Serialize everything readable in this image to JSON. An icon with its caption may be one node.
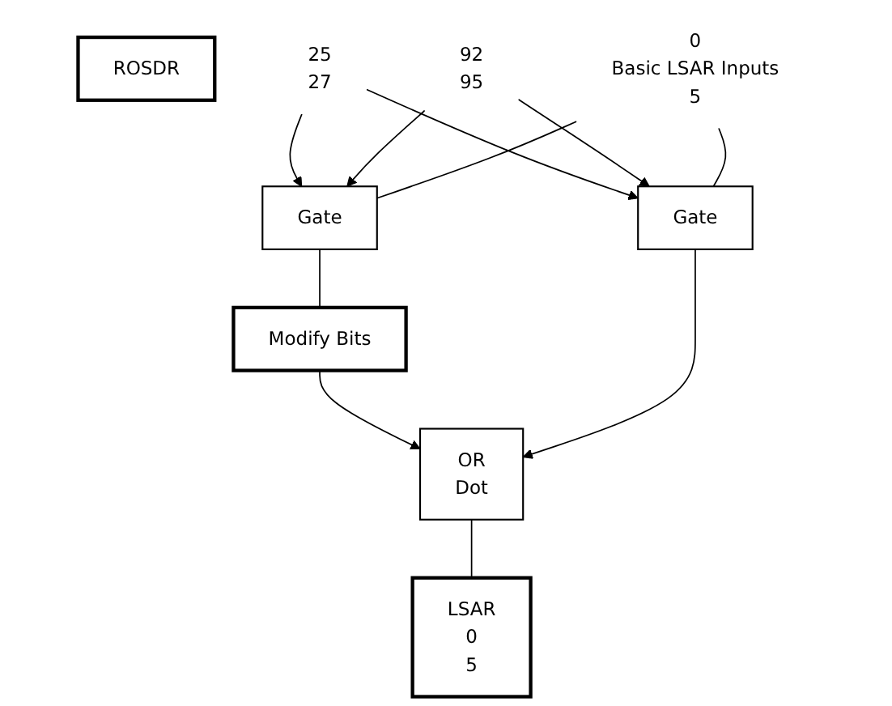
{
  "diagram": {
    "nodes": [
      {
        "text": [
          "ROSDR"
        ]
      },
      {
        "text": [
          "25",
          "27"
        ]
      },
      {
        "text": [
          "92",
          "95"
        ]
      },
      {
        "text": [
          "0",
          "Basic LSAR Inputs",
          "5"
        ]
      },
      {
        "text": [
          "Gate"
        ]
      },
      {
        "text": [
          "Gate"
        ]
      },
      {
        "text": [
          "Modify Bits"
        ]
      },
      {
        "text": [
          "OR",
          "Dot"
        ]
      },
      {
        "text": [
          "LSAR",
          "0",
          "5"
        ]
      }
    ],
    "edges": [
      {
        "from": 1,
        "to": 4,
        "arrow": "to"
      },
      {
        "from": 2,
        "to": 4,
        "arrow": "to"
      },
      {
        "from": 1,
        "to": 5,
        "arrow": "to"
      },
      {
        "from": 2,
        "to": 5,
        "arrow": "to"
      },
      {
        "from": 3,
        "to": 4,
        "arrow": "none"
      },
      {
        "from": 3,
        "to": 5,
        "arrow": "none"
      },
      {
        "from": 4,
        "to": 6,
        "arrow": "none"
      },
      {
        "from": 6,
        "to": 7,
        "arrow": "to"
      },
      {
        "from": 5,
        "to": 7,
        "arrow": "to"
      },
      {
        "from": 7,
        "to": 8,
        "arrow": "none"
      }
    ]
  }
}
